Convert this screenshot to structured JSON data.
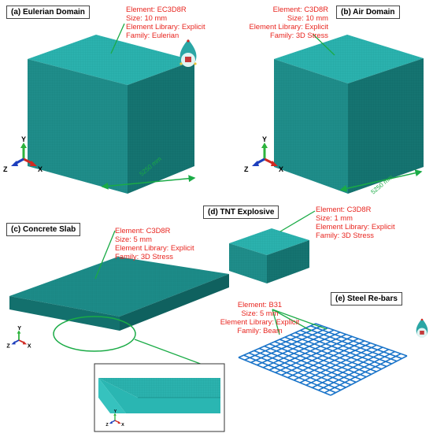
{
  "colors": {
    "mesh_top": "#2bb2ae",
    "mesh_left": "#1f8d8a",
    "mesh_right": "#157471",
    "slab_top": "#1c8b88",
    "slab_side": "#13706d",
    "rebar": "#1a74c9",
    "leader": "#1aab46",
    "annotation": "#e8251f",
    "axis_y": "#2cb33c",
    "axis_x": "#d12a22",
    "axis_z": "#1d3fbd"
  },
  "panels": {
    "a": {
      "label": "(a) Eulerian Domain",
      "lines": [
        "Element: EC3D8R",
        "Size: 10 mm",
        "Element Library: Explicit",
        "Family: Eulerian"
      ],
      "dimension": "5250 mm"
    },
    "b": {
      "label": "(b) Air Domain",
      "lines": [
        "Element: C3D8R",
        "Size: 10 mm",
        "Element Library: Explicit",
        "Family: 3D Stress"
      ],
      "dimension": "5250 mm"
    },
    "c": {
      "label": "(c) Concrete Slab",
      "lines": [
        "Element: C3D8R",
        "Size: 5 mm",
        "Element Library: Explicit",
        "Family: 3D Stress"
      ]
    },
    "d": {
      "label": "(d) TNT Explosive",
      "lines": [
        "Element: C3D8R",
        "Size: 1 mm",
        "Element Library: Explicit",
        "Family: 3D Stress"
      ]
    },
    "e": {
      "label": "(e) Steel Re-bars",
      "lines": [
        "Element: B31",
        "Size: 5 mm",
        "Element Library: Explicit",
        "Family: Beam"
      ]
    }
  },
  "axes": {
    "y": "Y",
    "x": "X",
    "z": "Z"
  },
  "icons": [
    "orientation-gizmo-icon",
    "axis-triad-icon"
  ]
}
